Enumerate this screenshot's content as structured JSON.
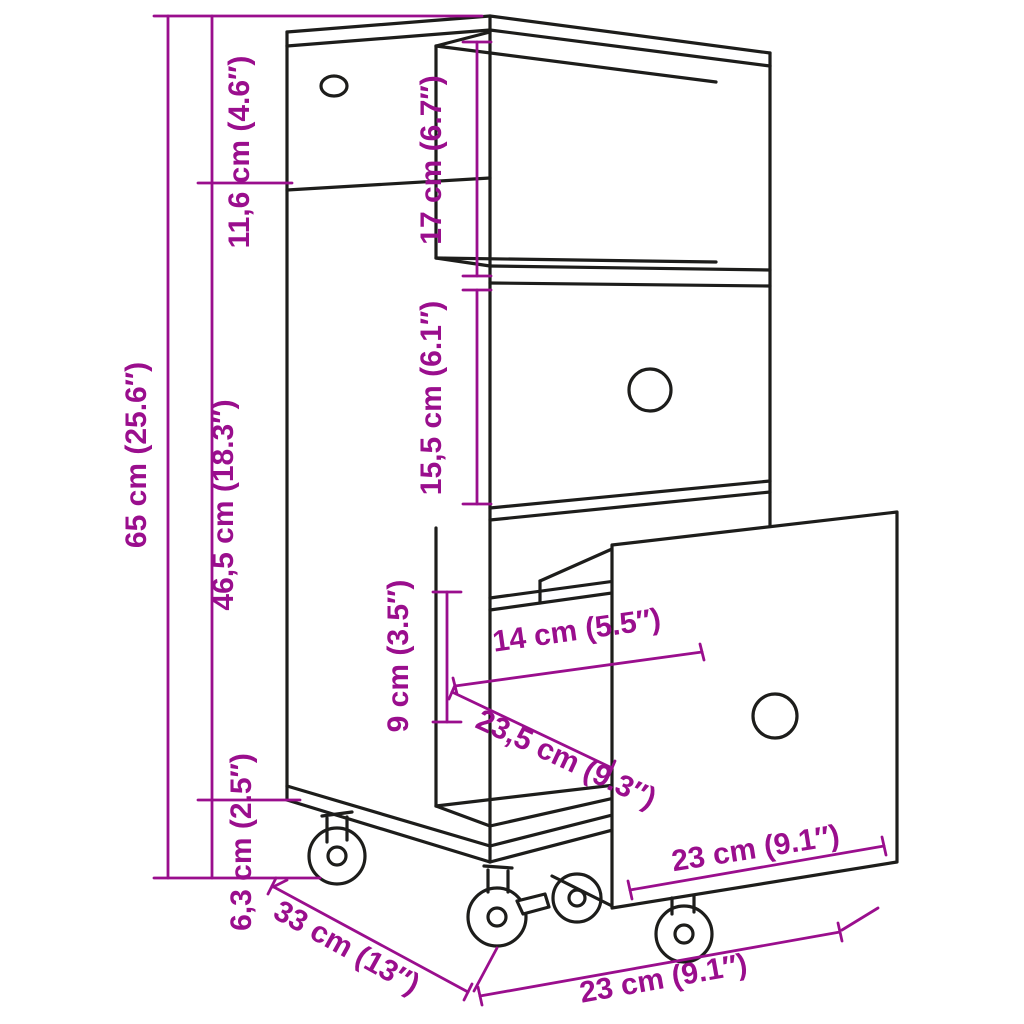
{
  "diagram": {
    "kind": "furniture-dimension-diagram",
    "subject": "slim rolling bathroom storage cabinet with open shelf, drawer and pull-out drawer on caster wheels",
    "style": {
      "line_color": "#1d1d1b",
      "dimension_color": "#9A0E8D",
      "background": "#ffffff"
    }
  },
  "dimensions": {
    "total_height": "65 cm (25.6″)",
    "upper_section_height": "11,6 cm (4.6″)",
    "lower_section_height": "46,5 cm (18.3″)",
    "caster_height": "6,3 cm (2.5″)",
    "top_compartment_height": "17 cm (6.7″)",
    "drawer_front_height": "15,5 cm (6.1″)",
    "inner_height": "9 cm (3.5″)",
    "inner_width": "14 cm (5.5″)",
    "inner_depth": "23,5 cm (9.3″)",
    "drawer_front_width": "23 cm (9.1″)",
    "total_depth": "33 cm (13″)",
    "total_width": "23 cm (9.1″)"
  }
}
